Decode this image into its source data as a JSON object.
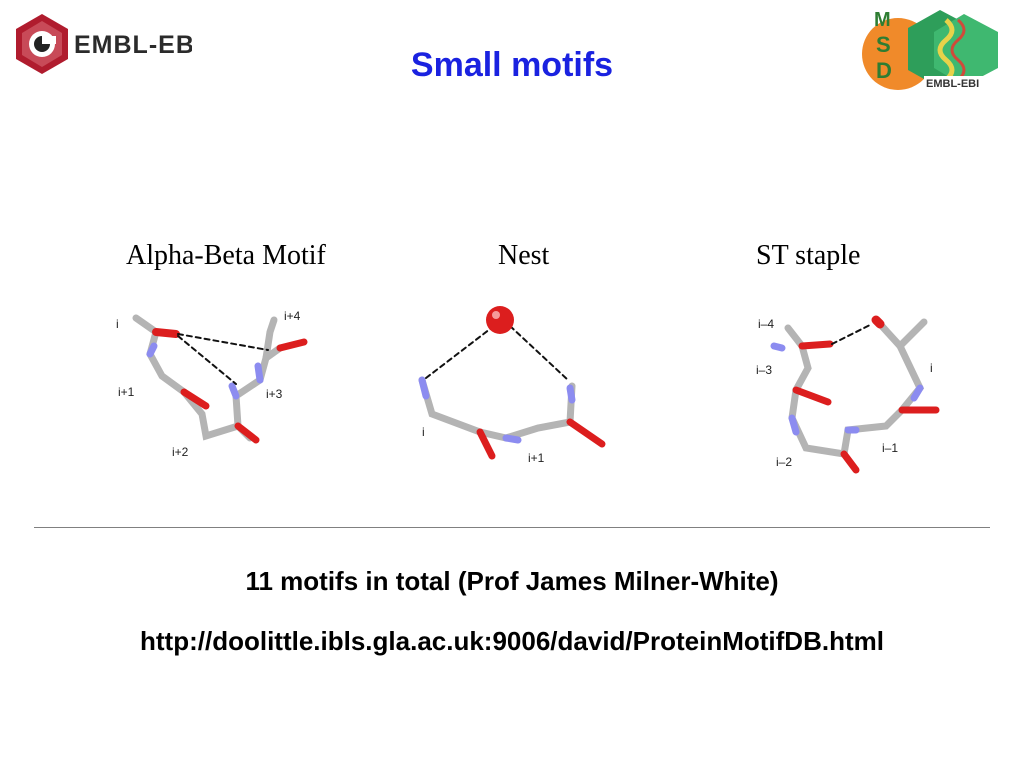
{
  "header": {
    "left_logo_text": "EMBL-EBI",
    "right_logo_letters": [
      "M",
      "S",
      "D"
    ],
    "right_logo_text": "EMBL-EBI"
  },
  "title": "Small motifs",
  "motifs": [
    {
      "label": "Alpha-Beta Motif",
      "residues": [
        "i",
        "i+1",
        "i+2",
        "i+3",
        "i+4"
      ]
    },
    {
      "label": "Nest",
      "residues": [
        "i",
        "i+1"
      ]
    },
    {
      "label": "ST staple",
      "residues": [
        "i–4",
        "i–3",
        "i–2",
        "i–1",
        "i"
      ]
    }
  ],
  "footer": {
    "line1": "11 motifs in total (Prof James Milner-White)",
    "line2": "http://doolittle.ibls.gla.ac.uk:9006/david/ProteinMotifDB.html"
  },
  "colors": {
    "title": "#1a22e0",
    "carbon": "#b4b4b4",
    "nitrogen": "#8c8cf0",
    "oxygen": "#dc1e1e",
    "logo_red": "#b01c2e",
    "logo_green": "#2e8b57"
  }
}
